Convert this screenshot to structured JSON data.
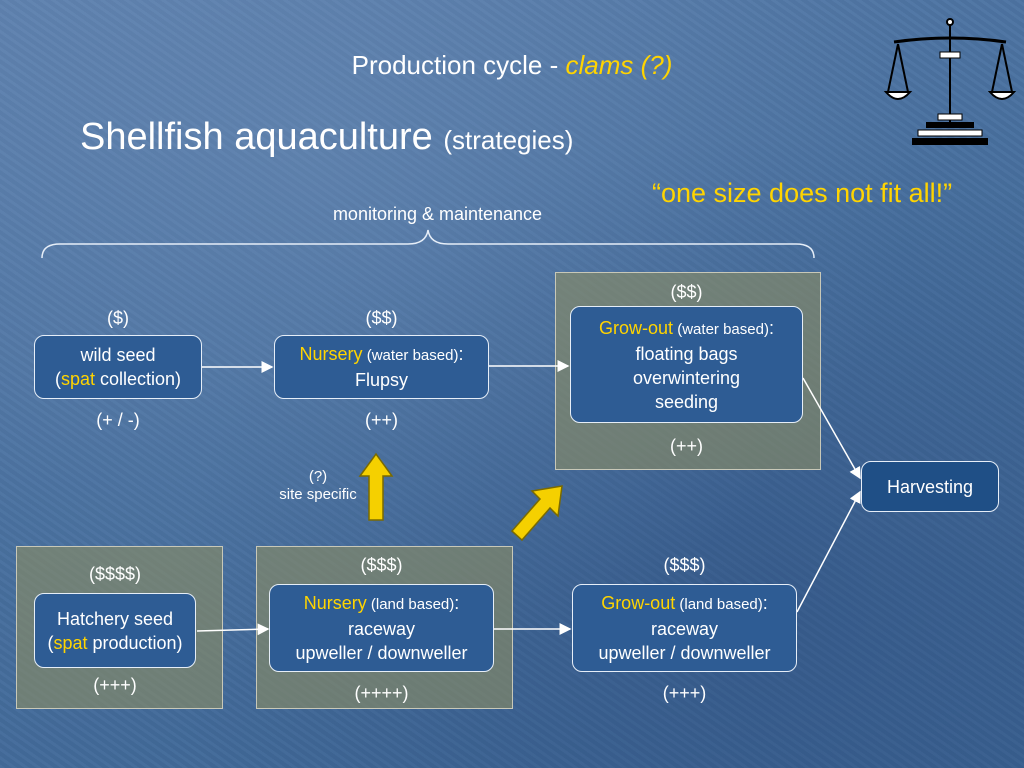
{
  "header": {
    "title_prefix": "Production cycle - ",
    "title_highlight": "clams (?)",
    "subtitle_main": "Shellfish aquaculture",
    "subtitle_small": "(strategies)",
    "quote": "“one size does not fit all!”",
    "monitoring": "monitoring & maintenance"
  },
  "nodes": {
    "wild": {
      "cost": "($)",
      "line1": "wild seed",
      "open": "(",
      "spat": "spat",
      "rest": " collection)",
      "rating": "(+ / -)"
    },
    "nursery_water": {
      "cost": "($$)",
      "hl": "Nursery",
      "qual": " (water based)",
      "colon": ":",
      "line2": "Flupsy",
      "rating": "(++)"
    },
    "growout_water": {
      "cost": "($$)",
      "hl": "Grow-out",
      "qual": " (water based)",
      "colon": ":",
      "line2": "floating bags",
      "line3": "overwintering",
      "line4": "seeding",
      "rating": "(++)"
    },
    "harvest": {
      "label": "Harvesting"
    },
    "hatchery": {
      "cost": "($$$$)",
      "line1": "Hatchery seed",
      "open": "(",
      "spat": "spat",
      "rest": " production)",
      "rating": "(+++)"
    },
    "nursery_land": {
      "cost": "($$$)",
      "hl": "Nursery",
      "qual": " (land based)",
      "colon": ":",
      "line2": "raceway",
      "line3": "upweller / downweller",
      "rating": "(++++)"
    },
    "growout_land": {
      "cost": "($$$)",
      "hl": "Grow-out",
      "qual": " (land based)",
      "colon": ":",
      "line2": "raceway",
      "line3": "upweller / downweller",
      "rating": "(+++)"
    }
  },
  "site_note": {
    "line1": "(?)",
    "line2": "site specific"
  },
  "colors": {
    "accent": "#ffd400",
    "box": "#2e5c94",
    "panel": "#8a8c62"
  }
}
